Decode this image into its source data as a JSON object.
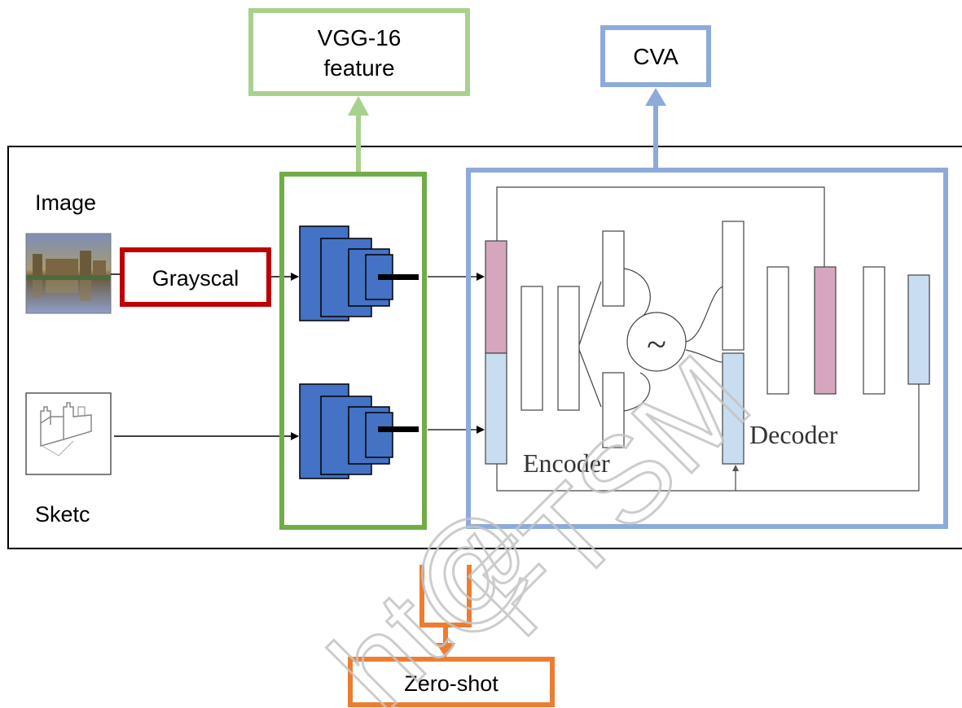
{
  "labels": {
    "vgg_line1": "VGG-16",
    "vgg_line2": "feature",
    "cva": "CVA",
    "image": "Image",
    "sketch": "Sketc",
    "grayscale": "Grayscal",
    "zero_shot": "Zero-shot",
    "encoder": "Encoder",
    "decoder": "Decoder",
    "sampler_symbol": "~"
  },
  "watermark": {
    "line1": "FTSM",
    "line2": "ht@"
  },
  "colors": {
    "vgg_border": "#a9d18e",
    "feature_block_border": "#70ad47",
    "cva_border": "#8eaadb",
    "grayscale_border": "#c00000",
    "zero_shot_border": "#ed7d31",
    "cnn_fill": "#4472c4",
    "pink_layer": "#d5a6bd",
    "blue_layer": "#c9ddf0",
    "frame": "#000000"
  },
  "icons": {
    "image_thumbnail": "castle-photo-icon",
    "sketch_thumbnail": "castle-sketch-icon"
  }
}
